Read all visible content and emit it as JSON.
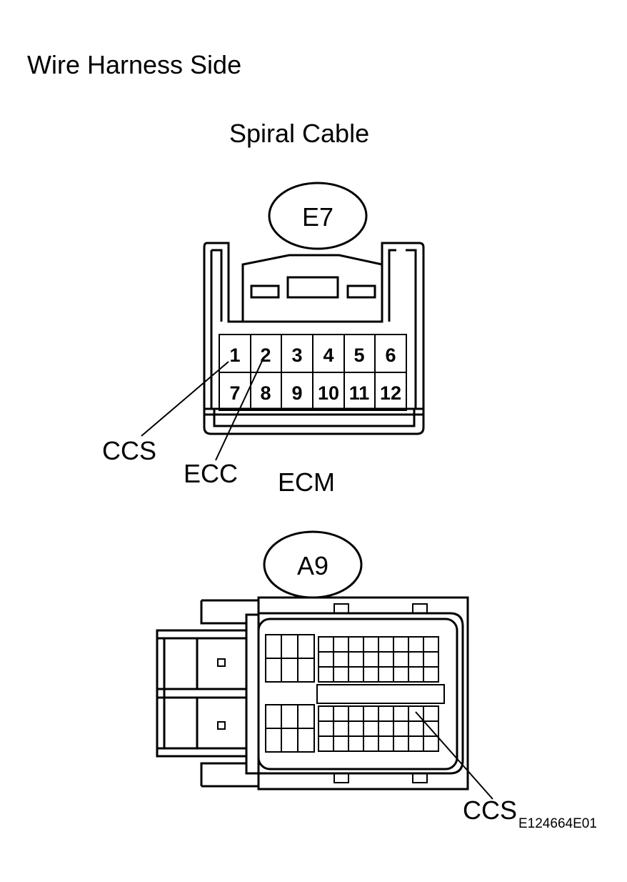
{
  "header": {
    "title": "Wire Harness Side"
  },
  "spiral_cable": {
    "title": "Spiral Cable",
    "connector_id": "E7",
    "pins_row1": [
      "1",
      "2",
      "3",
      "4",
      "5",
      "6"
    ],
    "pins_row2": [
      "7",
      "8",
      "9",
      "10",
      "11",
      "12"
    ],
    "callouts": [
      "CCS",
      "ECC"
    ]
  },
  "ecm": {
    "title": "ECM",
    "connector_id": "A9",
    "callout": "CCS"
  },
  "figure_id": "E124664E01"
}
